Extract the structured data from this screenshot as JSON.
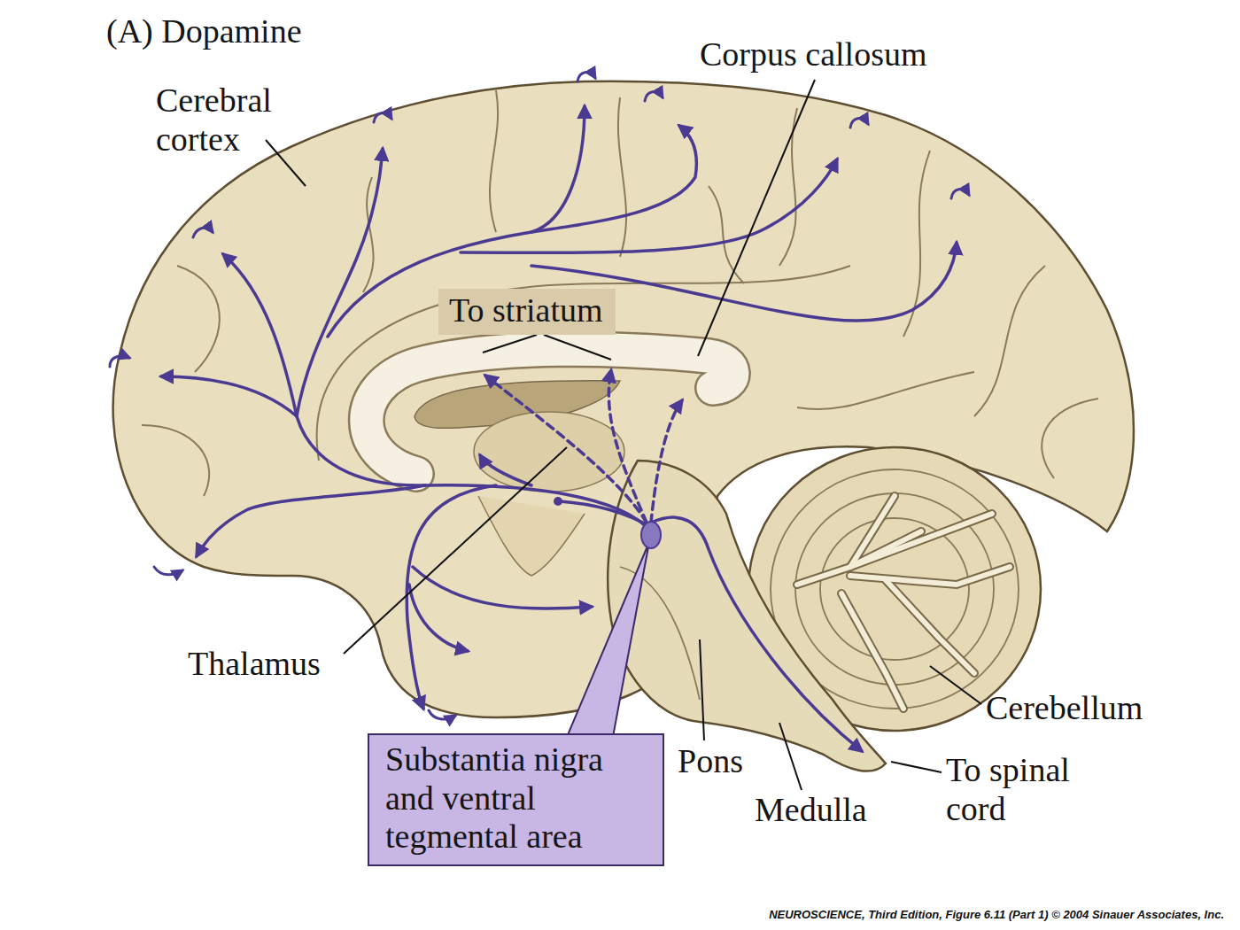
{
  "diagram": {
    "title": "(A) Dopamine",
    "caption": "NEUROSCIENCE, Third Edition, Figure 6.11 (Part 1) © 2004 Sinauer Associates, Inc.",
    "nodes": [
      {
        "text": [
          "To striatum"
        ]
      },
      {
        "text": [
          "Substantia nigra and ventral tegmental area"
        ]
      }
    ],
    "labels": [
      "Cerebral cortex",
      "Corpus callosum",
      "Thalamus",
      "Pons",
      "Medulla",
      "Cerebellum",
      "To spinal cord"
    ]
  }
}
